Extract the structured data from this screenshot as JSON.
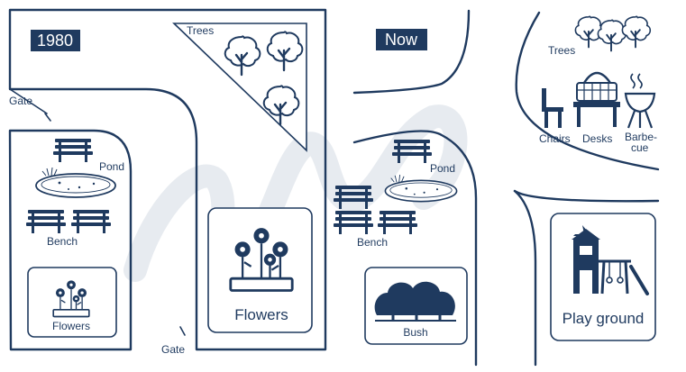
{
  "panel_1980": {
    "year": "1980",
    "labels": {
      "trees": "Trees",
      "gate_left": "Gate",
      "pond": "Pond",
      "bench": "Bench",
      "flowers_small": "Flowers",
      "flowers_big": "Flowers",
      "gate_bottom": "Gate"
    }
  },
  "panel_now": {
    "year": "Now",
    "labels": {
      "trees": "Trees",
      "chairs": "Chairs",
      "desks": "Desks",
      "barbecue_line1": "Barbe-",
      "barbecue_line2": "cue",
      "pond": "Pond",
      "bench": "Bench",
      "bush": "Bush",
      "playground": "Play ground"
    }
  },
  "colors": {
    "ink": "#1f3a5f",
    "background": "#ffffff"
  }
}
